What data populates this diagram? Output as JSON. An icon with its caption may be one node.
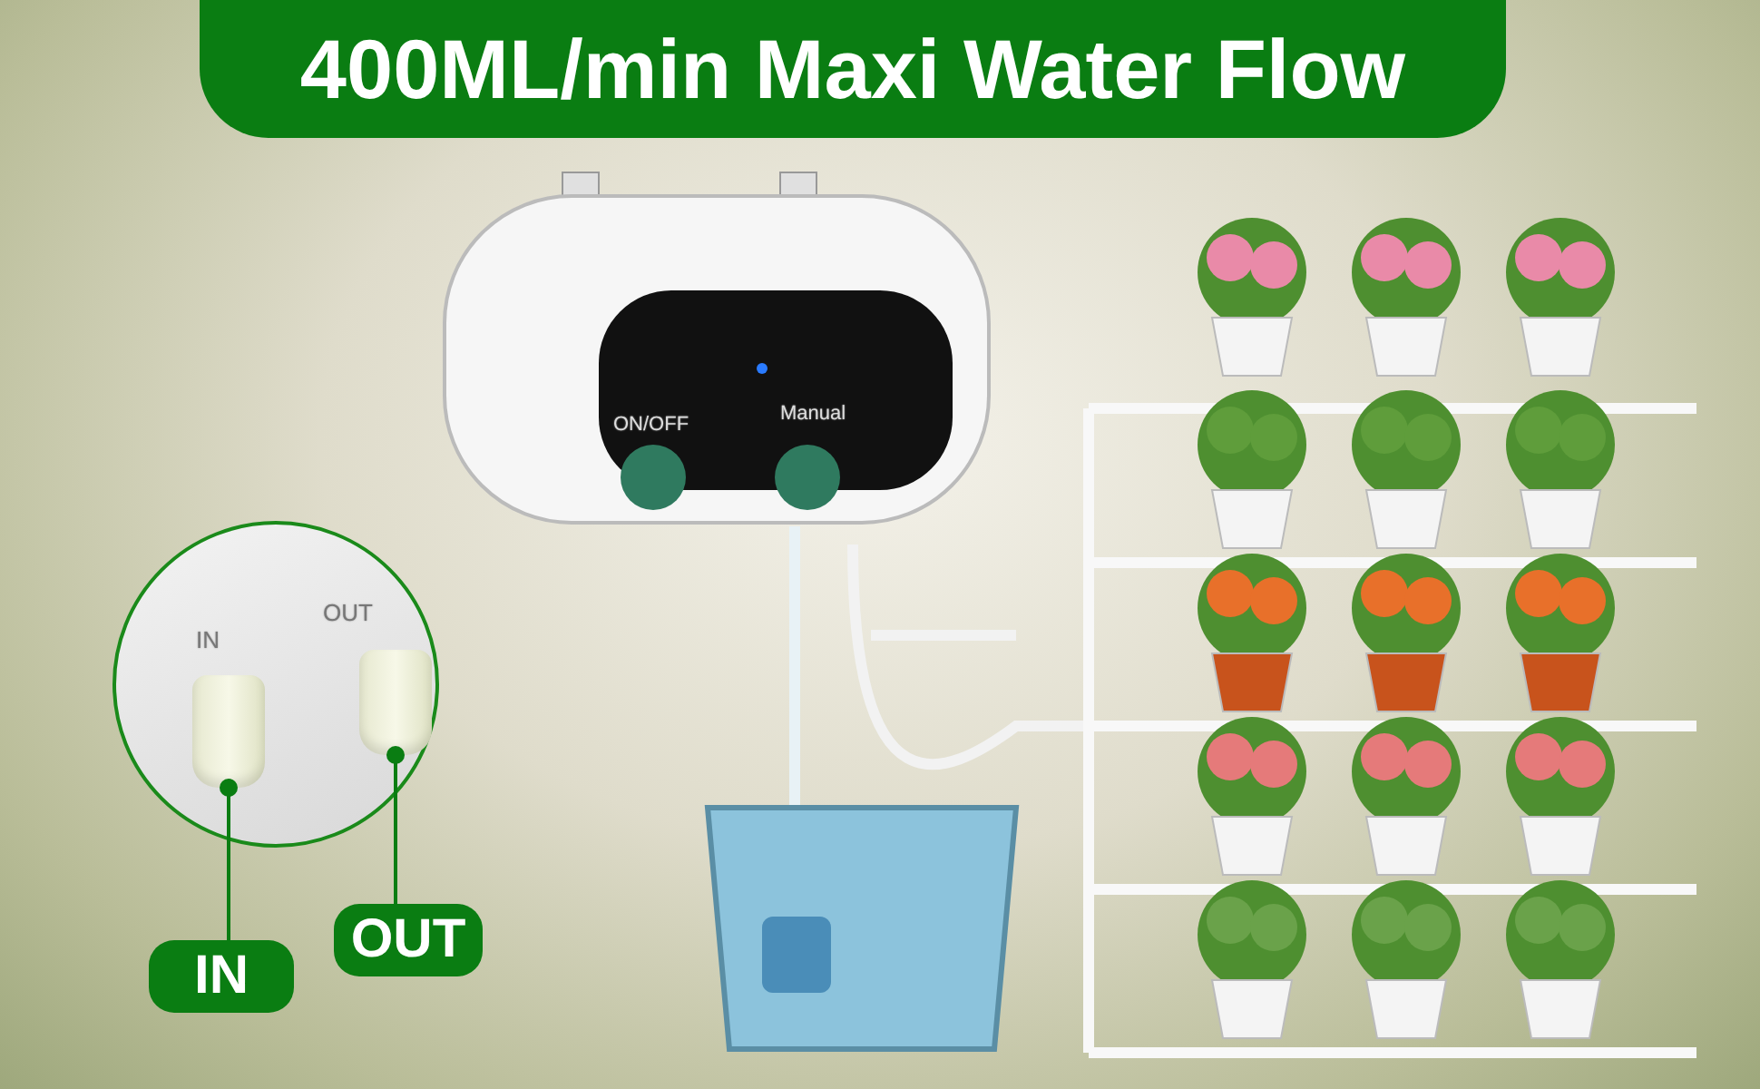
{
  "diagram": {
    "title": "400ML/min Maxi Water Flow",
    "nodes": [
      {
        "text": [
          "IN"
        ]
      },
      {
        "text": [],
        "shape": "picture"
      },
      {
        "text": [
          "OUT"
        ]
      },
      {
        "text": [],
        "shape": "picture"
      }
    ],
    "edges": [
      {
        "from": 0,
        "to": 1,
        "arrow": "other"
      },
      {
        "from": 2,
        "to": 3,
        "arrow": "other"
      }
    ],
    "labels": [
      "ON/OFF",
      "Manual",
      "IN",
      "OUT"
    ]
  }
}
